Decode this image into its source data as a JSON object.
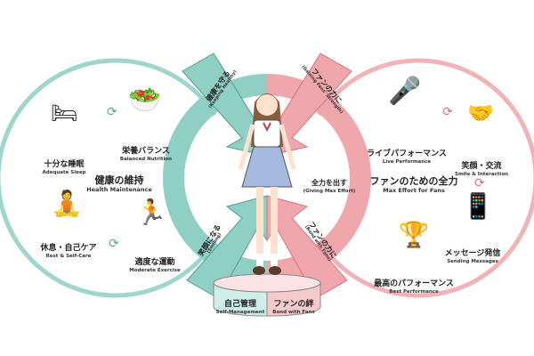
{
  "colors": {
    "teal": "#8fcfc4",
    "teal_dark": "#4f9e92",
    "pink": "#f0a7ab",
    "pink_dark": "#d9737a"
  },
  "left": {
    "title": {
      "jp": "健康の維持",
      "en": "Health Maintenance"
    },
    "items": [
      {
        "jp": "十分な睡眠",
        "en": "Adequate Sleep",
        "icon": "bed-clock-icon"
      },
      {
        "jp": "栄養バランス",
        "en": "Balanced Nutrition",
        "icon": "vegetables-icon"
      },
      {
        "jp": "休息・自己ケア",
        "en": "Rest & Self-Care",
        "icon": "yoga-massage-icon"
      },
      {
        "jp": "適度な運動",
        "en": "Moderate Exercise",
        "icon": "running-icon"
      }
    ]
  },
  "right": {
    "title": {
      "jp": "ファンのための全力",
      "en": "Max Effort for Fans"
    },
    "items": [
      {
        "jp": "ライブパフォーマンス",
        "en": "Live Performance",
        "icon": "stage-icon"
      },
      {
        "jp": "笑顔・交流",
        "en": "Smile & Interaction",
        "icon": "handshake-icon"
      },
      {
        "jp": "メッセージ発信",
        "en": "Sending Messages",
        "icon": "smartphone-icon"
      },
      {
        "jp": "最高のパフォーマンス",
        "en": "Best Performance",
        "icon": "trophy-icon"
      }
    ]
  },
  "center": {
    "arrows": [
      {
        "jp": "健康を守る",
        "en": "(Keeping Healthy)"
      },
      {
        "jp": "ファンの力に",
        "en": "(Gaining Fans' Strength)"
      },
      {
        "jp": "笑顔になる",
        "en": "(Smiling)"
      },
      {
        "jp": "ファンの力に",
        "en": "(Bond with Fans)"
      }
    ],
    "effort": {
      "jp": "全力を出す",
      "en": "(Giving Max Effort)"
    }
  },
  "pedestal": {
    "left": {
      "jp": "自己管理",
      "en": "Self-Management"
    },
    "right": {
      "jp": "ファンの絆",
      "en": "Bond with Fans"
    }
  }
}
